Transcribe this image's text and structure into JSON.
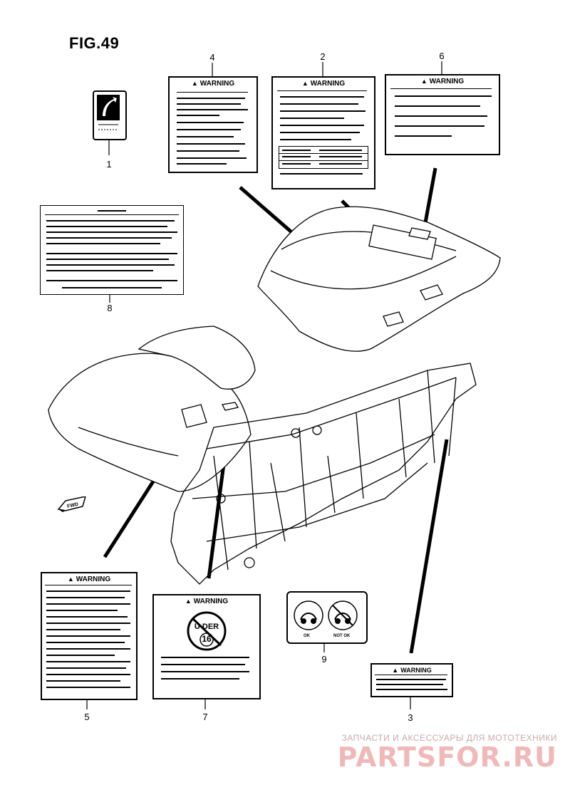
{
  "figure_title": "FIG.49",
  "warning_text": "WARNING",
  "under_top": "U DER",
  "under_num": "16",
  "ok_label": "OK",
  "not_ok_label": "NOT OK",
  "fwd_label": "FWD",
  "callouts": {
    "n1": "1",
    "n2": "2",
    "n3": "3",
    "n4": "4",
    "n5": "5",
    "n6": "6",
    "n7": "7",
    "n8": "8",
    "n9": "9"
  },
  "watermark": {
    "tagline": "ЗАПЧАСТИ И АКСЕССУАРЫ ДЛЯ МОТОТЕХНИКИ",
    "logo": "PARTSFOR.RU"
  }
}
